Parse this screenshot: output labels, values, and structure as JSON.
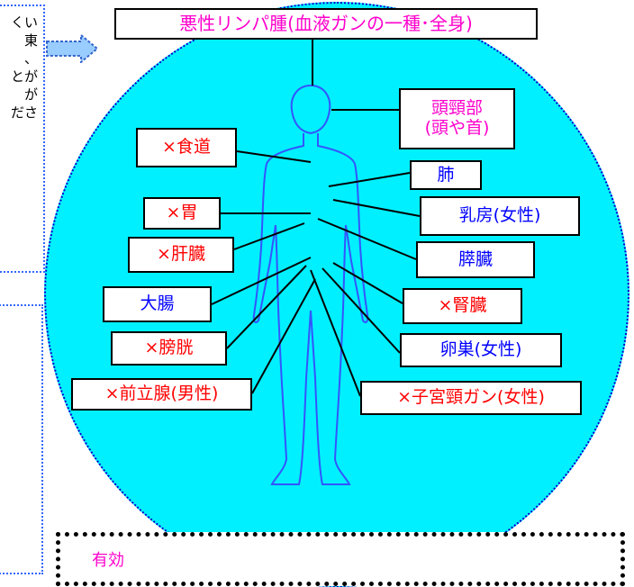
{
  "title": "悪性リンパ腫(血液ガンの一種･全身)",
  "left_note_lines": [
    "くい",
    "東",
    "、",
    "とが",
    "",
    "が",
    "ださ"
  ],
  "organs": {
    "head_neck": [
      "頭頸部",
      "(頭や首)"
    ],
    "esophagus": "×食道",
    "lung": "肺",
    "stomach": "×胃",
    "breast": "乳房(女性)",
    "liver": "×肝臓",
    "pancreas": "膵臓",
    "large_intestine": "大腸",
    "kidney": "×腎臓",
    "bladder": "×膀胱",
    "ovary": "卵巣(女性)",
    "prostate": "×前立腺(男性)",
    "cervix": "×子宮頸ガン(女性)"
  },
  "bottom_text": "有効",
  "colors": {
    "circle": "#00f0ff",
    "excluded": "#ff0000",
    "organ": "#0000ff",
    "title": "#ff00cc"
  }
}
